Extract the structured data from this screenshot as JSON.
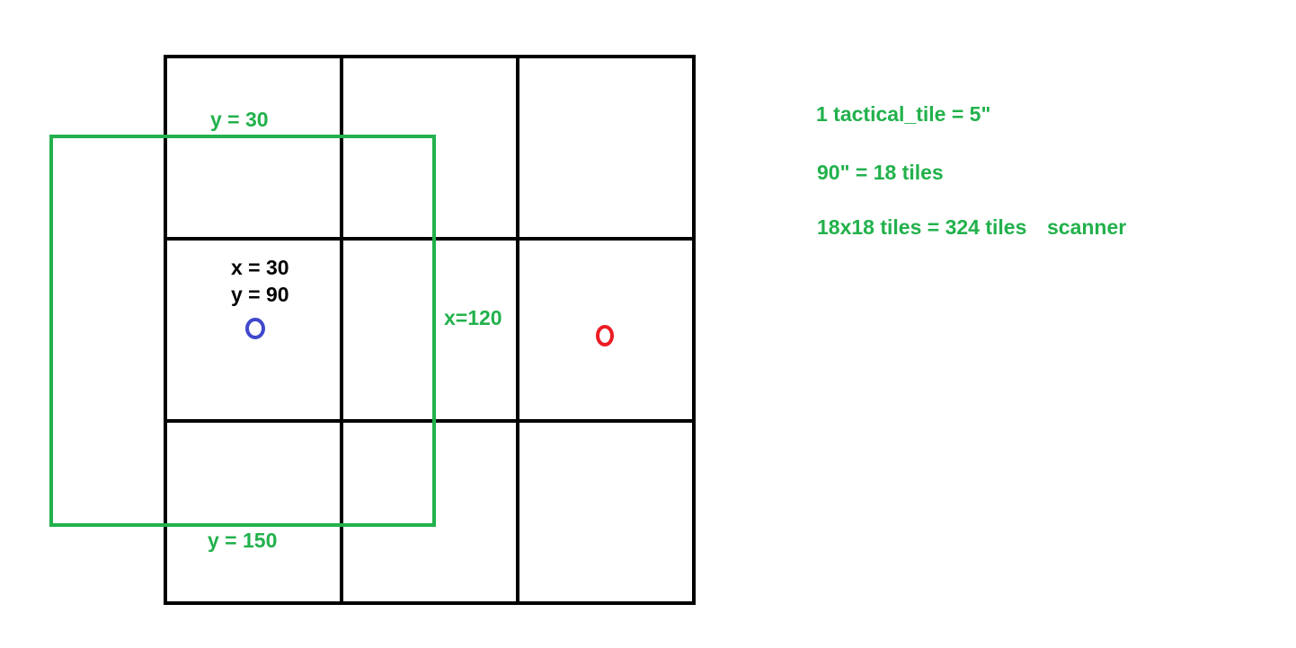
{
  "colors": {
    "grid": "#000000",
    "scanner": "#22b14c",
    "blue_marker": "#3f48cc",
    "red_marker": "#ed1c24",
    "text_dark": "#000000",
    "text_green": "#22b14c"
  },
  "labels": {
    "scanner_top": "y = 30",
    "scanner_bottom": "y = 150",
    "scanner_right": "x=120",
    "blue_x": "x = 30",
    "blue_y": "y = 90"
  },
  "notes": {
    "line1": "1 tactical_tile = 5\"",
    "line2": "90\" = 18 tiles",
    "line3": "18x18 tiles = 324 tiles",
    "line3_suffix": "scanner"
  }
}
